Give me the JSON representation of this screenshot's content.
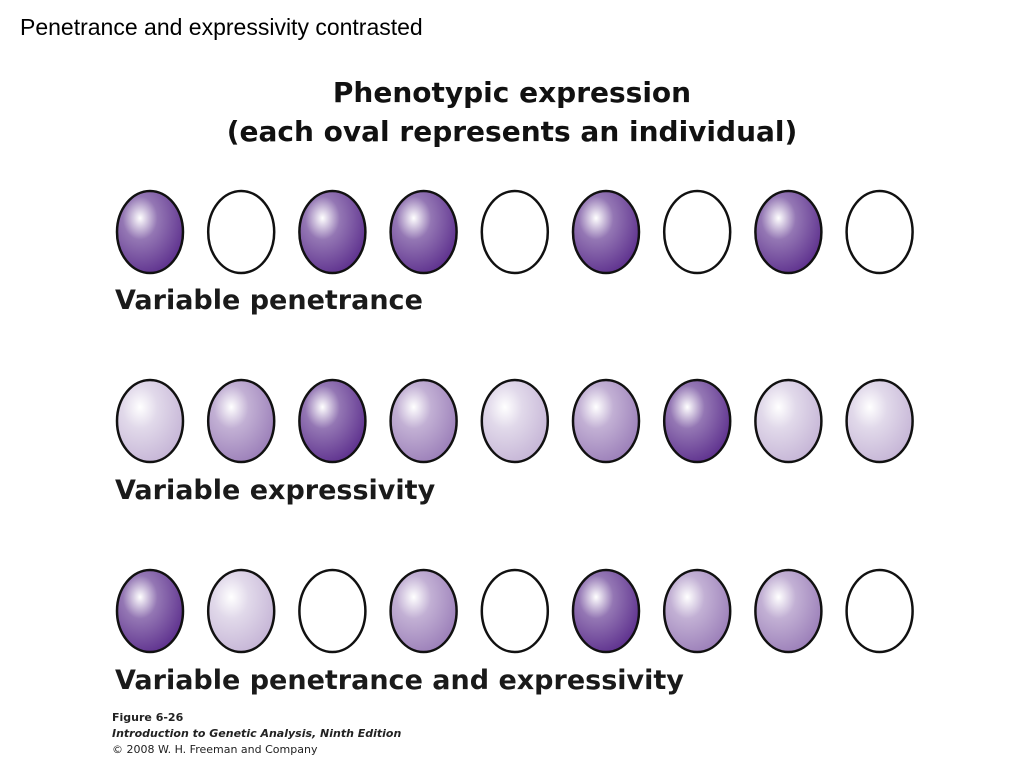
{
  "slide": {
    "title": "Penetrance and expressivity contrasted"
  },
  "figure": {
    "heading_line1": "Phenotypic expression",
    "heading_line2": "(each oval represents an individual)",
    "rows": [
      {
        "label": "Variable penetrance",
        "levels": [
          1,
          0,
          1,
          1,
          0,
          1,
          0,
          1,
          0
        ]
      },
      {
        "label": "Variable expressivity",
        "levels": [
          0.15,
          0.5,
          1,
          0.5,
          0.15,
          0.5,
          1,
          0.15,
          0.15
        ]
      },
      {
        "label": "Variable penetrance and expressivity",
        "levels": [
          1,
          0.15,
          0,
          0.5,
          0,
          1,
          0.5,
          0.5,
          0
        ]
      }
    ],
    "colors": {
      "dark": "#5b2d8c",
      "outline": "#111111",
      "empty": "#ffffff"
    },
    "caption": {
      "figure_number": "Figure 6-26",
      "book": "Introduction to Genetic Analysis, Ninth Edition",
      "copyright": "© 2008 W. H. Freeman and Company"
    }
  }
}
